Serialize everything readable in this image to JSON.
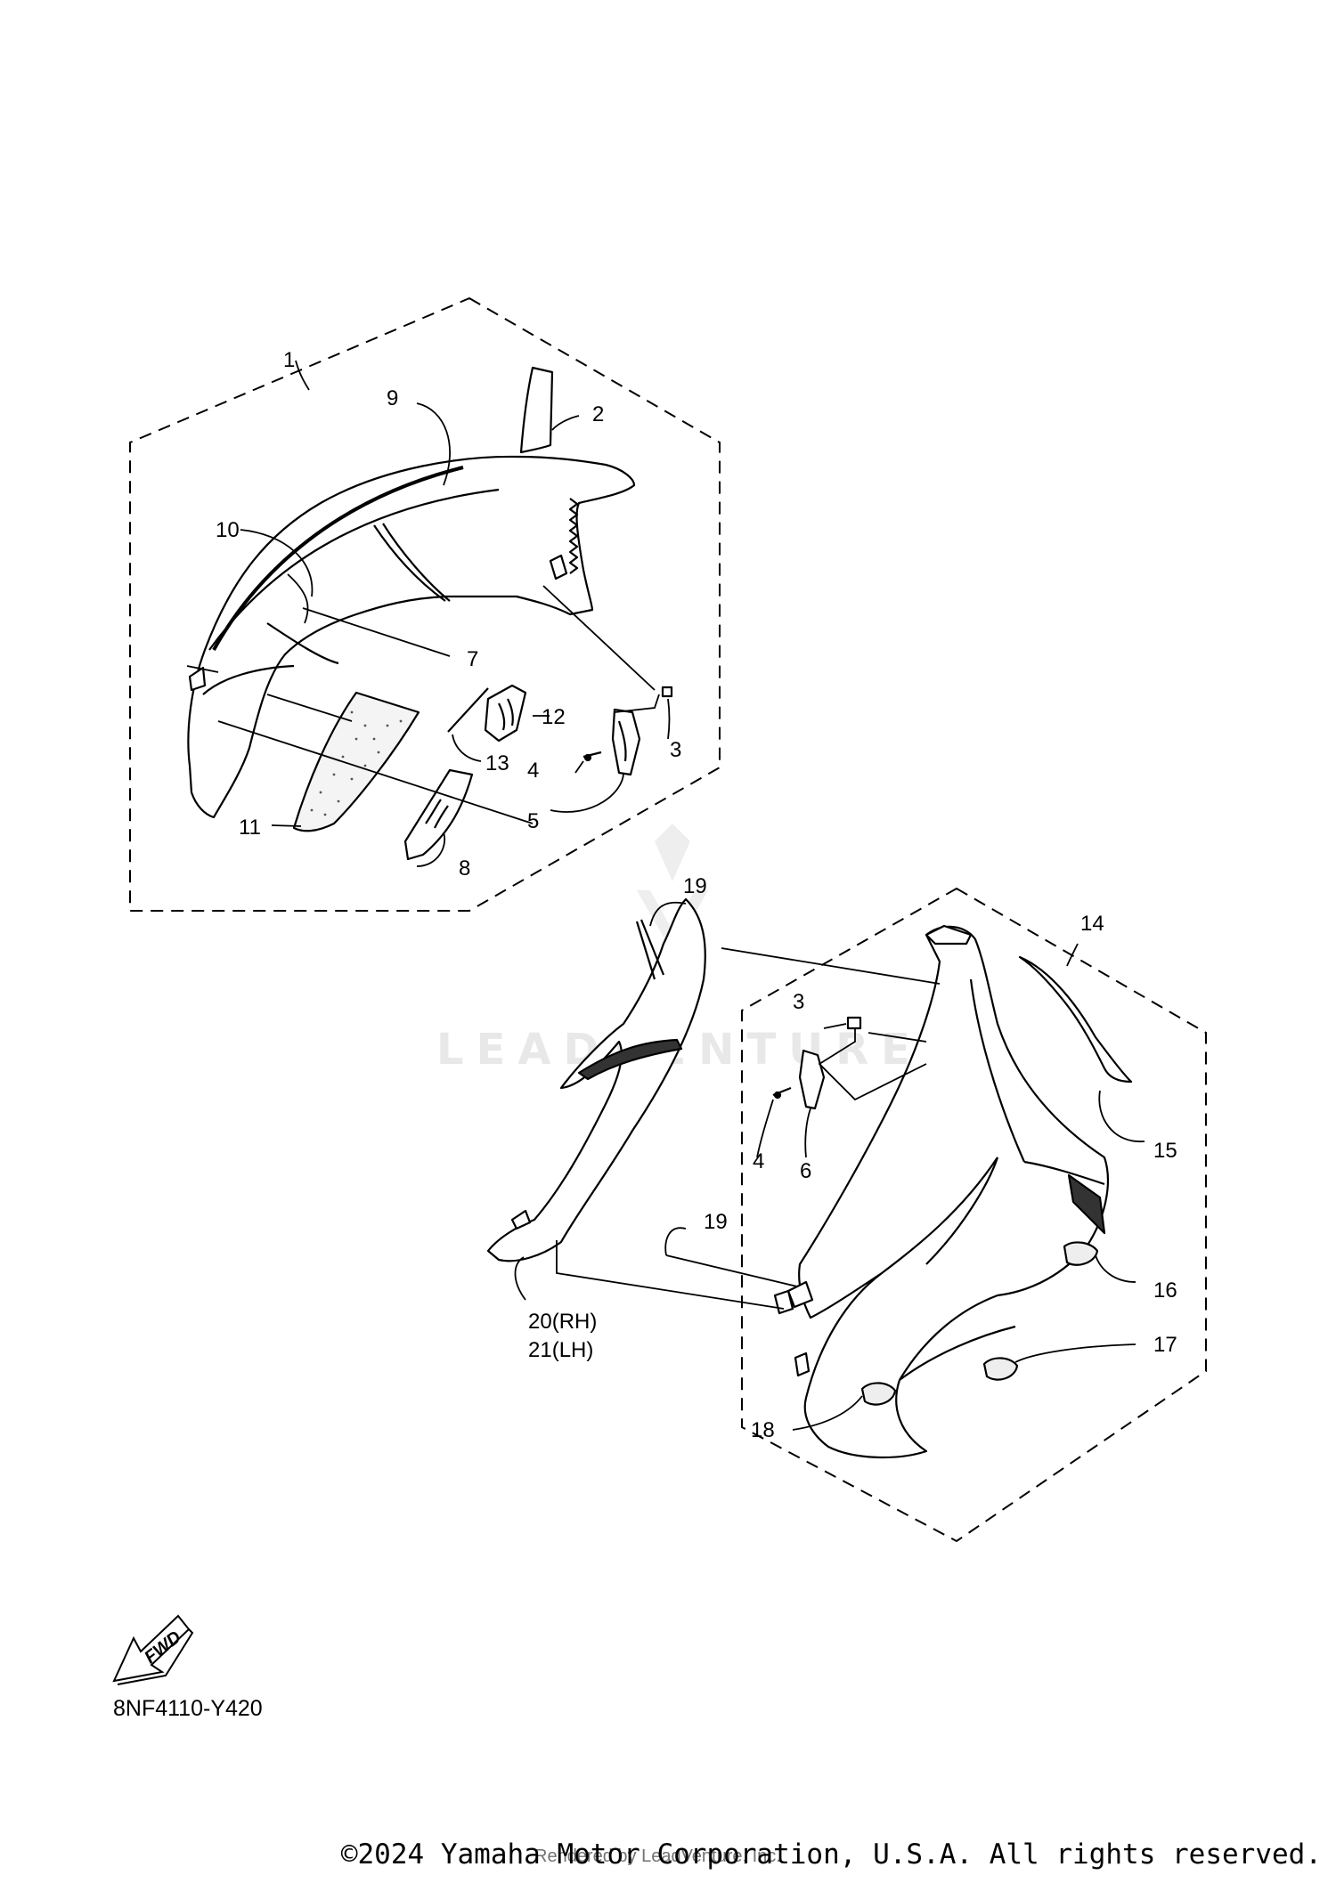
{
  "diagram": {
    "code": "8NF4110-Y420",
    "fwd_label": "FWD",
    "watermark": "LEADVENTURE",
    "copyright": "©2024 Yamaha Motor Corporation, U.S.A. All rights reserved.",
    "rendered_by": "Rendered by LeadVenture, Inc.",
    "callouts": [
      {
        "id": "c1",
        "label": "1"
      },
      {
        "id": "c2",
        "label": "2"
      },
      {
        "id": "c3a",
        "label": "3"
      },
      {
        "id": "c4a",
        "label": "4"
      },
      {
        "id": "c5",
        "label": "5"
      },
      {
        "id": "c7",
        "label": "7"
      },
      {
        "id": "c8",
        "label": "8"
      },
      {
        "id": "c9",
        "label": "9"
      },
      {
        "id": "c10",
        "label": "10"
      },
      {
        "id": "c11",
        "label": "11"
      },
      {
        "id": "c12",
        "label": "12"
      },
      {
        "id": "c13",
        "label": "13"
      },
      {
        "id": "c14",
        "label": "14"
      },
      {
        "id": "c15",
        "label": "15"
      },
      {
        "id": "c16",
        "label": "16"
      },
      {
        "id": "c17",
        "label": "17"
      },
      {
        "id": "c18",
        "label": "18"
      },
      {
        "id": "c19a",
        "label": "19"
      },
      {
        "id": "c19b",
        "label": "19"
      },
      {
        "id": "c3b",
        "label": "3"
      },
      {
        "id": "c4b",
        "label": "4"
      },
      {
        "id": "c6",
        "label": "6"
      },
      {
        "id": "c20",
        "label": "20(RH)"
      },
      {
        "id": "c21",
        "label": "21(LH)"
      }
    ]
  }
}
